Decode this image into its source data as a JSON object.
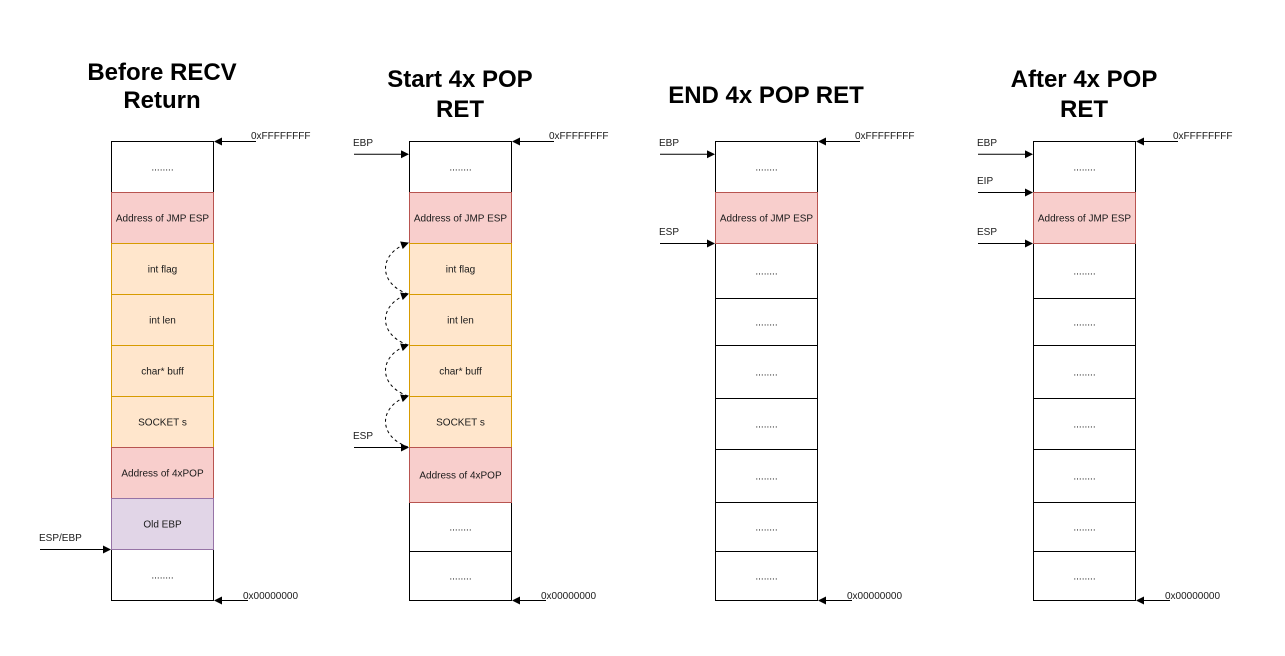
{
  "colors": {
    "white": "#ffffff",
    "pink": "#f8cecc",
    "pink_border": "#b85450",
    "orange": "#ffe6cc",
    "orange_border": "#d79b00",
    "purple": "#e1d5e7",
    "purple_border": "#9673a6",
    "plain_border": "#000000"
  },
  "stacks": [
    {
      "title_lines": [
        "Before RECV",
        "Return"
      ],
      "top_label": "0xFFFFFFFF",
      "bottom_label": "0x00000000",
      "cells": [
        {
          "label": "........",
          "style": "white"
        },
        {
          "label": "Address of JMP ESP",
          "style": "pink"
        },
        {
          "label": "int flag",
          "style": "orange"
        },
        {
          "label": "int len",
          "style": "orange"
        },
        {
          "label": "char* buff",
          "style": "orange"
        },
        {
          "label": "SOCKET s",
          "style": "orange"
        },
        {
          "label": "Address of 4xPOP",
          "style": "pink"
        },
        {
          "label": "Old EBP",
          "style": "purple"
        },
        {
          "label": "........",
          "style": "white"
        }
      ],
      "pointers": [
        {
          "label": "ESP/EBP",
          "boundary": 8
        }
      ],
      "pop_arrows": []
    },
    {
      "title_lines": [
        "Start 4x POP",
        "RET"
      ],
      "top_label": "0xFFFFFFFF",
      "bottom_label": "0x00000000",
      "cells": [
        {
          "label": "........",
          "style": "white"
        },
        {
          "label": "Address of JMP ESP",
          "style": "pink"
        },
        {
          "label": "int flag",
          "style": "orange"
        },
        {
          "label": "int len",
          "style": "orange"
        },
        {
          "label": "char* buff",
          "style": "orange"
        },
        {
          "label": "SOCKET s",
          "style": "orange"
        },
        {
          "label": "Address of 4xPOP",
          "style": "pink"
        },
        {
          "label": "........",
          "style": "white"
        },
        {
          "label": "........",
          "style": "white"
        }
      ],
      "pointers": [
        {
          "label": "EBP",
          "boundary": 0.25
        },
        {
          "label": "ESP",
          "boundary": 6
        }
      ],
      "pop_arrows": [
        [
          6,
          5
        ],
        [
          5,
          4
        ],
        [
          4,
          3
        ],
        [
          3,
          2
        ]
      ]
    },
    {
      "title_lines": [
        "END 4x POP RET"
      ],
      "top_label": "0xFFFFFFFF",
      "bottom_label": "0x00000000",
      "cells": [
        {
          "label": "........",
          "style": "white"
        },
        {
          "label": "Address of JMP ESP",
          "style": "pink"
        },
        {
          "label": "........",
          "style": "white"
        },
        {
          "label": "........",
          "style": "white"
        },
        {
          "label": "........",
          "style": "white"
        },
        {
          "label": "........",
          "style": "white"
        },
        {
          "label": "........",
          "style": "white"
        },
        {
          "label": "........",
          "style": "white"
        },
        {
          "label": "........",
          "style": "white"
        }
      ],
      "pointers": [
        {
          "label": "EBP",
          "boundary": 0.25
        },
        {
          "label": "ESP",
          "boundary": 2
        }
      ],
      "pop_arrows": []
    },
    {
      "title_lines": [
        "After 4x POP",
        "RET"
      ],
      "top_label": "0xFFFFFFFF",
      "bottom_label": "0x00000000",
      "cells": [
        {
          "label": "........",
          "style": "white"
        },
        {
          "label": "Address of JMP ESP",
          "style": "pink"
        },
        {
          "label": "........",
          "style": "white"
        },
        {
          "label": "........",
          "style": "white"
        },
        {
          "label": "........",
          "style": "white"
        },
        {
          "label": "........",
          "style": "white"
        },
        {
          "label": "........",
          "style": "white"
        },
        {
          "label": "........",
          "style": "white"
        },
        {
          "label": "........",
          "style": "white"
        }
      ],
      "pointers": [
        {
          "label": "EBP",
          "boundary": 0.25
        },
        {
          "label": "EIP",
          "boundary": 1
        },
        {
          "label": "ESP",
          "boundary": 2
        }
      ],
      "pop_arrows": []
    }
  ]
}
